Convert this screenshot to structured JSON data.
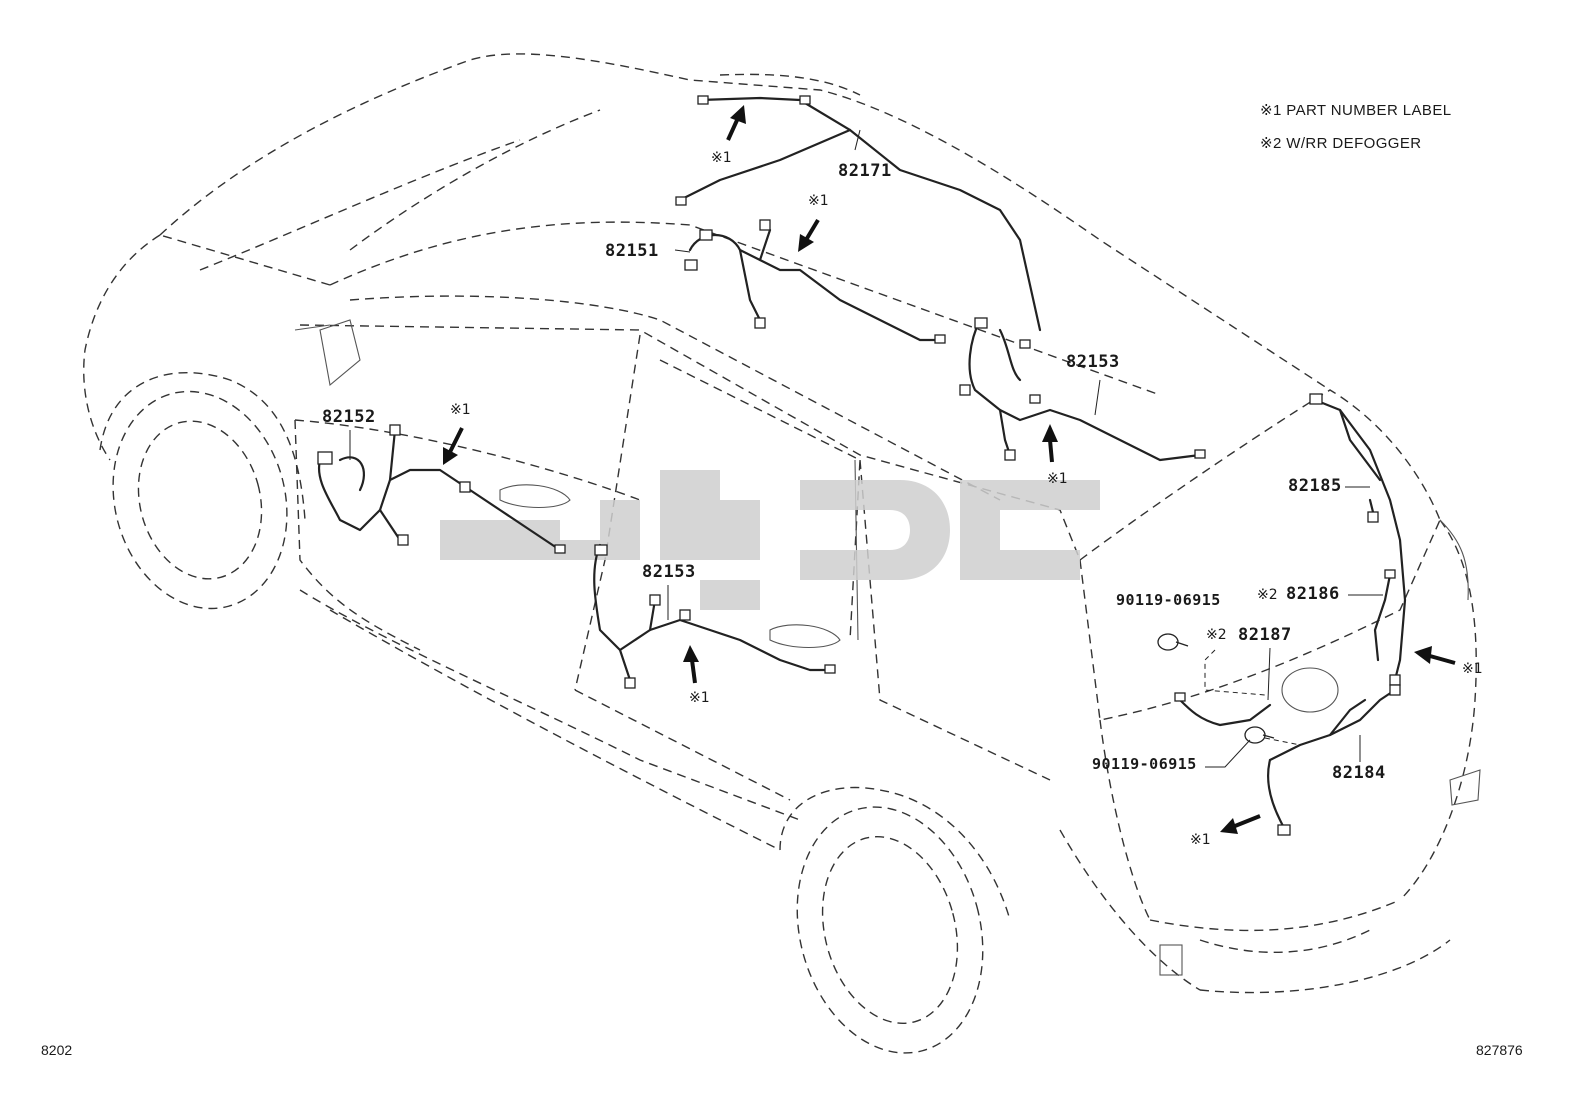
{
  "legend": {
    "note1": "※1 PART NUMBER LABEL",
    "note2": "※2 W/RR DEFOGGER"
  },
  "marks": {
    "label_mark": "※1",
    "defogger_mark": "※2"
  },
  "parts": {
    "p82171": "82171",
    "p82151": "82151",
    "p82153_rear_roof": "82153",
    "p82152": "82152",
    "p82153_rear_door": "82153",
    "p82185": "82185",
    "p82186": "82186",
    "p82187": "82187",
    "p82184": "82184",
    "bolt_upper": "90119-06915",
    "bolt_lower": "90119-06915"
  },
  "footer": {
    "figure_ref": "8202",
    "drawing_no": "827876"
  },
  "colors": {
    "line": "#222222",
    "watermark": "#cfcfcf"
  }
}
